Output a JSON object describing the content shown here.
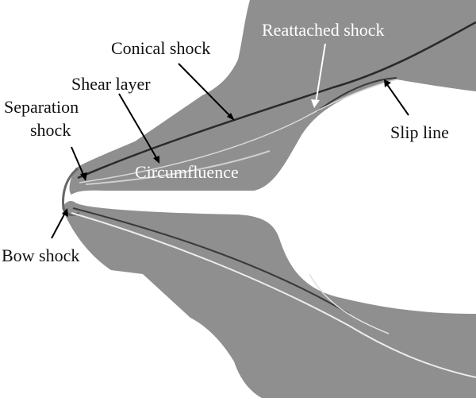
{
  "labels": {
    "conical_shock": "Conical shock",
    "reattached_shock": "Reattached shock",
    "shear_layer": "Shear layer",
    "separation_shock_line1": "Separation",
    "separation_shock_line2": "shock",
    "slip_line": "Slip line",
    "circumfluence": "Circumfluence",
    "bow_shock": "Bow shock"
  },
  "colors": {
    "flow_gray": "#8f8f8f",
    "shock_dark": "#2a2a2a",
    "shock_light": "#e6e6e6",
    "leader": "#000000",
    "background": "#ffffff"
  }
}
